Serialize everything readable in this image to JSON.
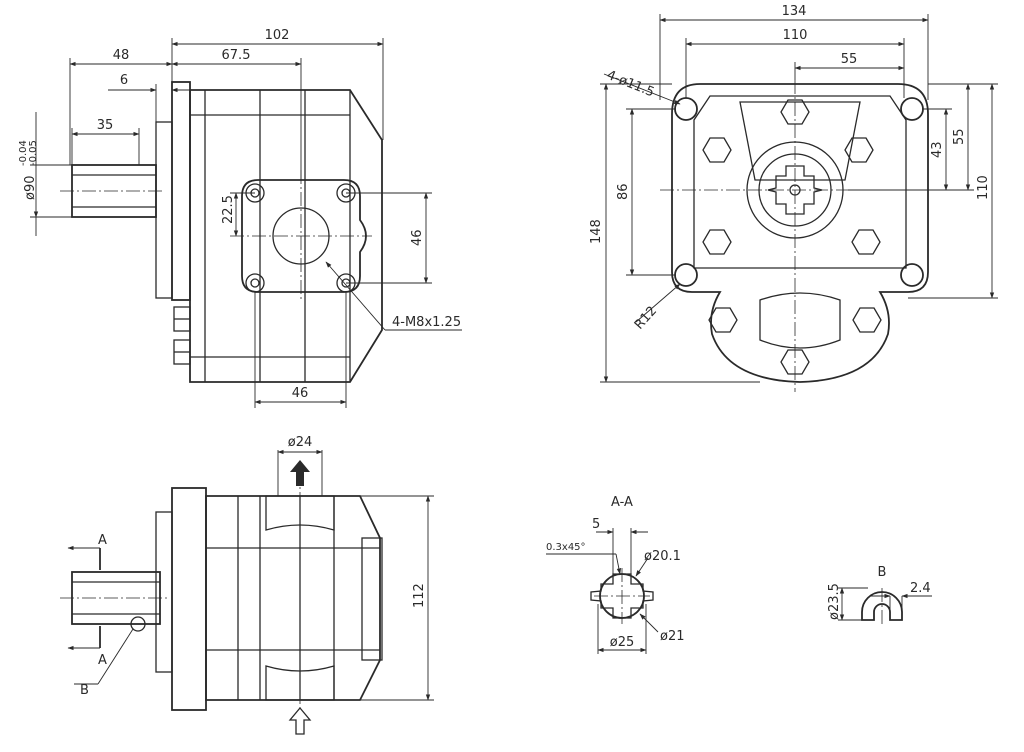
{
  "views": {
    "side": {
      "dims": {
        "overall_102": "102",
        "d_67_5": "67.5",
        "d_48": "48",
        "d_6": "6",
        "d_35": "35",
        "shaft_dia": "ø90",
        "shaft_tol_upper": "-0.04",
        "shaft_tol_lower": "-0.05",
        "port_22_5": "22.5",
        "port_46_v": "46",
        "port_46_h": "46",
        "thread_callout": "4-M8x1.25"
      }
    },
    "front": {
      "dims": {
        "width_134": "134",
        "width_110": "110",
        "half_55": "55",
        "holes": "4-ø11.5",
        "height_148": "148",
        "bolt_86": "86",
        "right_43": "43",
        "right_55": "55",
        "right_110": "110",
        "radius": "R12"
      }
    },
    "bottom": {
      "dims": {
        "port_dia": "ø24",
        "height_112": "112",
        "section_letter_top": "A",
        "section_letter_bottom": "A",
        "detail_label": "B"
      }
    },
    "section_aa": {
      "title": "A-A",
      "dims": {
        "d_5": "5",
        "chamfer": "0.3x45°",
        "d_20_1": "ø20.1",
        "d_25": "ø25",
        "d_21": "ø21"
      }
    },
    "detail_b": {
      "title": "B",
      "dims": {
        "d_23_5": "ø23.5",
        "d_2_4": "2.4"
      }
    }
  }
}
